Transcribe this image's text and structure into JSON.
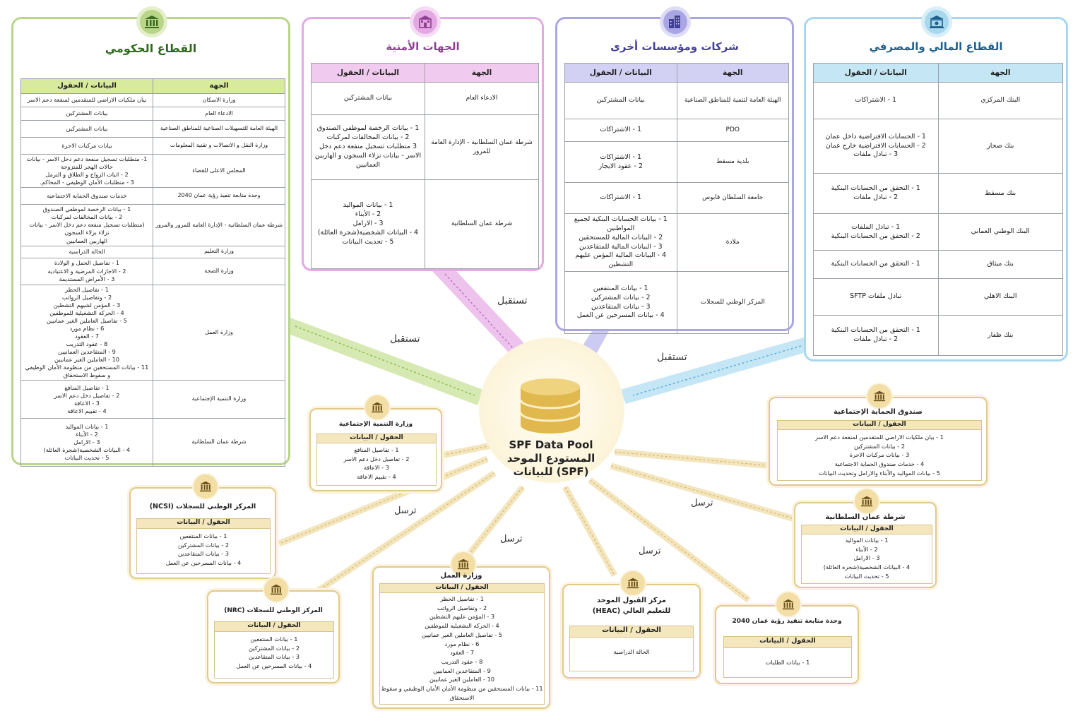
{
  "panels": {
    "gov": {
      "title": "القطاع الحكومي",
      "col_entity": "الجهة",
      "col_data": "البيانات / الحقول",
      "rows": [
        {
          "entity": "وزارة الاسكان",
          "data": "بيان ملكيات الاراضي للمتقدمين لمنفعة دعم الاسر"
        },
        {
          "entity": "الادعاء العام",
          "data": "بيانات المشتركين"
        },
        {
          "entity": "الهيئة العامة للتسهيلات الصناعية للمناطق الصناعية",
          "data": "بيانات المشتركين"
        },
        {
          "entity": "وزارة النقل و الاتصالات و تقنية المعلومات",
          "data": "بيانات مركبات الاجرة"
        },
        {
          "entity": "المجلس الاعلى للقضاء",
          "data": "1- متطلبات تسجيل منفعة دعم دخل الاسر - بيانات حالات الهجر للمتزوجة\n2 - اثبات الزواج و الطلاق و الترمل\n3 - متطلبات الأمان الوظيفي - المحاكم."
        },
        {
          "entity": "وحدة متابعة تنفيذ رؤية عمان 2040",
          "data": "خدمات صندوق الحماية الاجتماعية"
        },
        {
          "entity": "شرطة عمان السلطانية - الإدارة العامة للمرور والمرور",
          "data": "1 - بيانات الرخصة لموظفي الصندوق\n2 - بيانات المخالفات لمركبات\n(متطلبات تسجيل منفعة دعم دخل الاسر - بيانات نزلاء بزلاء السجون\nالهاربين العمانيين"
        },
        {
          "entity": "وزارة التعليم",
          "data": "الحالة الدراسية"
        },
        {
          "entity": "وزارة الصحة",
          "data": "1 - تفاصيل الحمل و الولادة\n2 - الاجازات المرضية و الاعتيادية\n3 - الأمراض المستديمة"
        },
        {
          "entity": "وزارة العمل",
          "data": "1 - تفاصيل الحظر\n2 - وتفاصيل الرواتب\n3 - المؤمن لشيهم التشطين\n4 - الحركة التشغيلية للموظفين\n5 - تفاصيل العاملين الغير عمانيين\n6 - نظام مورد\n7 - العقود\n8 - عقود التدريب\n9 - المتقاعدين العمانيين\n10 - العاملين الغير عمانيين\n11 - بيانات المستحقين من منظومة الأمان الوظيفي و سقوط الاستحقاق"
        },
        {
          "entity": "وزارة التنمية الإجتماعية",
          "data": "1 - تفاصيل المنافع\n2 - تفاصيل دخل دعم الاسر\n3 - الاعاقة\n4 - تقييم الاعاقة"
        },
        {
          "entity": "شرطة عمان السلطانية",
          "data": "1 - بيانات المواليد\n2 - الأبناء\n3 - الارامل\n4 - البيانات الشخصية(شجرة العائلة)\n5 - تحديث البيانات"
        }
      ]
    },
    "sec": {
      "title": "الجهات الأمنية",
      "col_entity": "الجهة",
      "col_data": "البيانات / الحقول",
      "rows": [
        {
          "entity": "الادعاء العام",
          "data": "بيانات المشتركين"
        },
        {
          "entity": "شرطة عمان السلطانية - الإدارة العامة للمرور",
          "data": "1 - بيانات الرخصة لموظفي الصندوق\n2 - بيانات المخالفات لمركبات\n3 متطلبات تسجيل منفعة دعم دخل الاسر - بيانات نزلاء السجون و الهاربين العمانيين"
        },
        {
          "entity": "شرطة عمان السلطانية",
          "data": "1 - بيانات المواليد\n2 - الأبناء\n3 - الارامل\n4 - البيانات الشخصية(شجرة العائلة)\n5 - تحديث البيانات"
        }
      ]
    },
    "co": {
      "title": "شركات ومؤسسات أخرى",
      "col_entity": "الجهة",
      "col_data": "البيانات / الحقول",
      "rows": [
        {
          "entity": "الهيئة العامة لتنمية للمناطق الصناعية",
          "data": "بيانات المشتركين"
        },
        {
          "entity": "PDO",
          "data": "1 - الاشتراكات"
        },
        {
          "entity": "بلدية مسقط",
          "data": "1 - الاشتراكات\n2 - عقود الايجار"
        },
        {
          "entity": "جامعة السلطان قابوس",
          "data": "1 - الاشتراكات"
        },
        {
          "entity": "ملادة",
          "data": "1 - بيانات الحسابات البنكية لجميع المواطنين\n2 - البيانات المالية للمستحقين\n3 - البيانات المالية للمتقاعدين\n4 - البيانات المالية المؤمن عليهم التشطين"
        },
        {
          "entity": "المركز الوطني للسجلات",
          "data": "1 - بيانات المنتفعين\n2 - بيانات المشتركين\n3 - بيانات المتقاعدين\n4 - بيانات المسرحين عن العمل"
        }
      ]
    },
    "fin": {
      "title": "القطاع المالي والمصرفي",
      "col_entity": "الجهة",
      "col_data": "البيانات / الحقول",
      "rows": [
        {
          "entity": "البنك المركزي",
          "data": "1 - الاشتراكات"
        },
        {
          "entity": "بنك صحار",
          "data": "1 - الحسابات الافتراضية داخل عمان\n2 - الحسابات الافتراضية خارج عمان\n3 - تبادل ملفات"
        },
        {
          "entity": "بنك مسقط",
          "data": "1 - التحقق من الحسابات البنكية\n2 - تبادل ملفات"
        },
        {
          "entity": "البنك الوطني العماني",
          "data": "1 - تبادل الملفات\n2 - التحقق من الحسابات البنكية"
        },
        {
          "entity": "بنك ميثاق",
          "data": "1 - التحقق من الحسابات البنكية"
        },
        {
          "entity": "البنك الاهلي",
          "data": "تبادل ملفات SFTP"
        },
        {
          "entity": "بنك ظفار",
          "data": "1 - التحقق من الحسابات البنكية\n2 - تبادل ملفات"
        }
      ]
    }
  },
  "center": {
    "line1": "SPF Data Pool",
    "line2": "المستودع الموحد",
    "line3": "(SPF) للبيانات"
  },
  "flow_labels": {
    "receive": "تستقبل",
    "send": "ترسل"
  },
  "cards": {
    "mosd": {
      "title": "وزارة التنمية الإجتماعية",
      "head": "الحقول / البيانات",
      "items": [
        "1 - تفاصيل المنافع",
        "2 - تفاصيل دخل دعم الاسر",
        "3 - الاعاقة",
        "4 - تقييم الاعاقة"
      ]
    },
    "ncsi": {
      "title": "المركز الوطني للسجلات (NCSI)",
      "head": "الحقول / البيانات",
      "items": [
        "1 - بيانات المنتفعين",
        "2 - بيانات المشتركين",
        "3 - بيانات المتقاعدين",
        "4 - بيانات المسرحين عن العمل"
      ]
    },
    "nrc": {
      "title": "المركز الوطني للسجلات (NRC)",
      "head": "الحقول / البيانات",
      "items": [
        "1 - بيانات المنتفعين",
        "2 - بيانات المشتركين",
        "3 - بيانات المتقاعدين",
        "4 - بيانات المسرحين عن العمل"
      ]
    },
    "mol": {
      "title": "وزارة العمل",
      "head": "الحقول / البيانات",
      "items": [
        "1 - تفاصيل الحظر",
        "2 - وتفاصيل الرواتب",
        "3 - المؤمن عليهم التشطين",
        "4 - الحركة التشغيلية للموظفين",
        "5 - تفاصيل العاملين الغير عمانيين",
        "6 - نظام مورد",
        "7 - العقود",
        "8 - عقود التدريب",
        "9 - المتقاعدين العمانيين",
        "10 - العاملين الغير عمانيين",
        "11 - بيانات المستحقين من منظومة الأمان الأمان الوظيفي و سقوط الاستحقاق"
      ]
    },
    "heac": {
      "title": "مركز القبول الموحد للتعليم العالي (HEAC)",
      "head": "الحقول / البيانات",
      "items": [
        "الحالة الدراسية"
      ]
    },
    "vision": {
      "title": "وحدة متابعة تنفيذ رؤية عمان 2040",
      "head": "الحقول / البيانات",
      "items": [
        "1 - بيانات الطلبات"
      ]
    },
    "rop": {
      "title": "شرطة عمان السلطانية",
      "head": "الحقول / البيانات",
      "items": [
        "1 - بيانات المواليد",
        "2 - الأبناء",
        "3 - الارامل",
        "4 - البيانات الشخصية(شجرة العائلة)",
        "5 - تحديث البيانات"
      ]
    },
    "spf": {
      "title": "صندوق الحماية الإجتماعية",
      "head": "الحقول / البيانات",
      "items": [
        "1 - بيان ملكيات الاراضي للمتقدمين لمنفعة دعم الاسر",
        "2 - بيانات المشتركين",
        "3 - بيانات مركبات الاجرة",
        "4 - خدمات صندوق الحماية الاجتماعية",
        "5 - بيانات المواليد والأبناء والارامل وتحديث البيانات"
      ]
    }
  },
  "colors": {
    "gov": "#b8d58a",
    "sec": "#e4a9e3",
    "co": "#aaa6e4",
    "fin": "#a7d8ee",
    "card_border": "#e2c98a",
    "db": "#e6c15e"
  },
  "icons": {
    "gov": "government-building-icon",
    "sec": "police-building-icon",
    "co": "office-buildings-icon",
    "fin": "bank-icon",
    "center": "database-icon",
    "card": "building-icon"
  }
}
